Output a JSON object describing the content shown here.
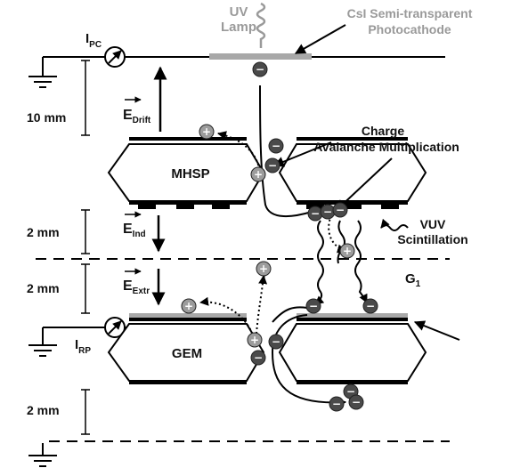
{
  "labels": {
    "uv_lamp_line1": "UV",
    "uv_lamp_line2": "Lamp",
    "photocathode_line1": "CsI Semi-transparent",
    "photocathode_line2": "Photocathode",
    "ipc_main": "I",
    "ipc_sub": "PC",
    "irp_main": "I",
    "irp_sub": "RP",
    "edrift_main": "E",
    "edrift_sub": "Drift",
    "eind_main": "E",
    "eind_sub": "Ind",
    "eextr_main": "E",
    "eextr_sub": "Extr",
    "dist_10mm": "10 mm",
    "dist_2mm_a": "2 mm",
    "dist_2mm_b": "2 mm",
    "dist_2mm_c": "2 mm",
    "mhsp": "MHSP",
    "gem": "GEM",
    "charge_line1": "Charge",
    "charge_line2": "Avalanche Multiplication",
    "vuv_line1": "VUV",
    "vuv_line2": "Scintillation",
    "g1_main": "G",
    "g1_sub": "1"
  },
  "signs": {
    "minus": "−",
    "plus": "+"
  },
  "colors": {
    "electron": "#4a4a4a",
    "ion": "#9c9c9c",
    "cathode": "#a8a8a8",
    "lamp": "#9a9a9a",
    "line": "#000000"
  }
}
